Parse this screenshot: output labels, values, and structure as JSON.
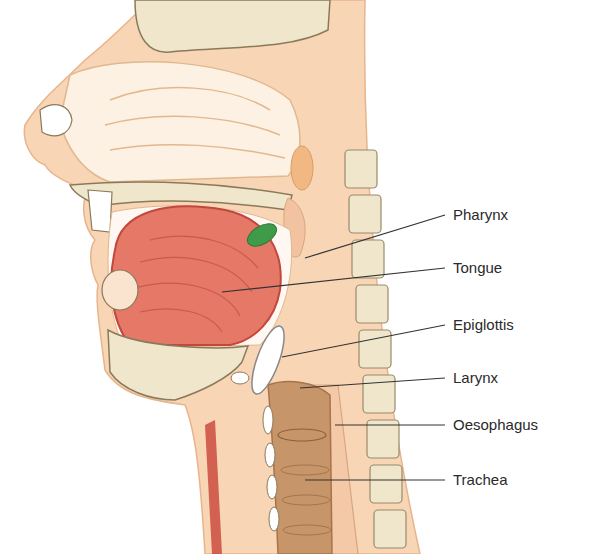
{
  "diagram": {
    "labels": [
      "Pharynx",
      "Tongue",
      "Epiglottis",
      "Larynx",
      "Oesophagus",
      "Trachea"
    ]
  }
}
